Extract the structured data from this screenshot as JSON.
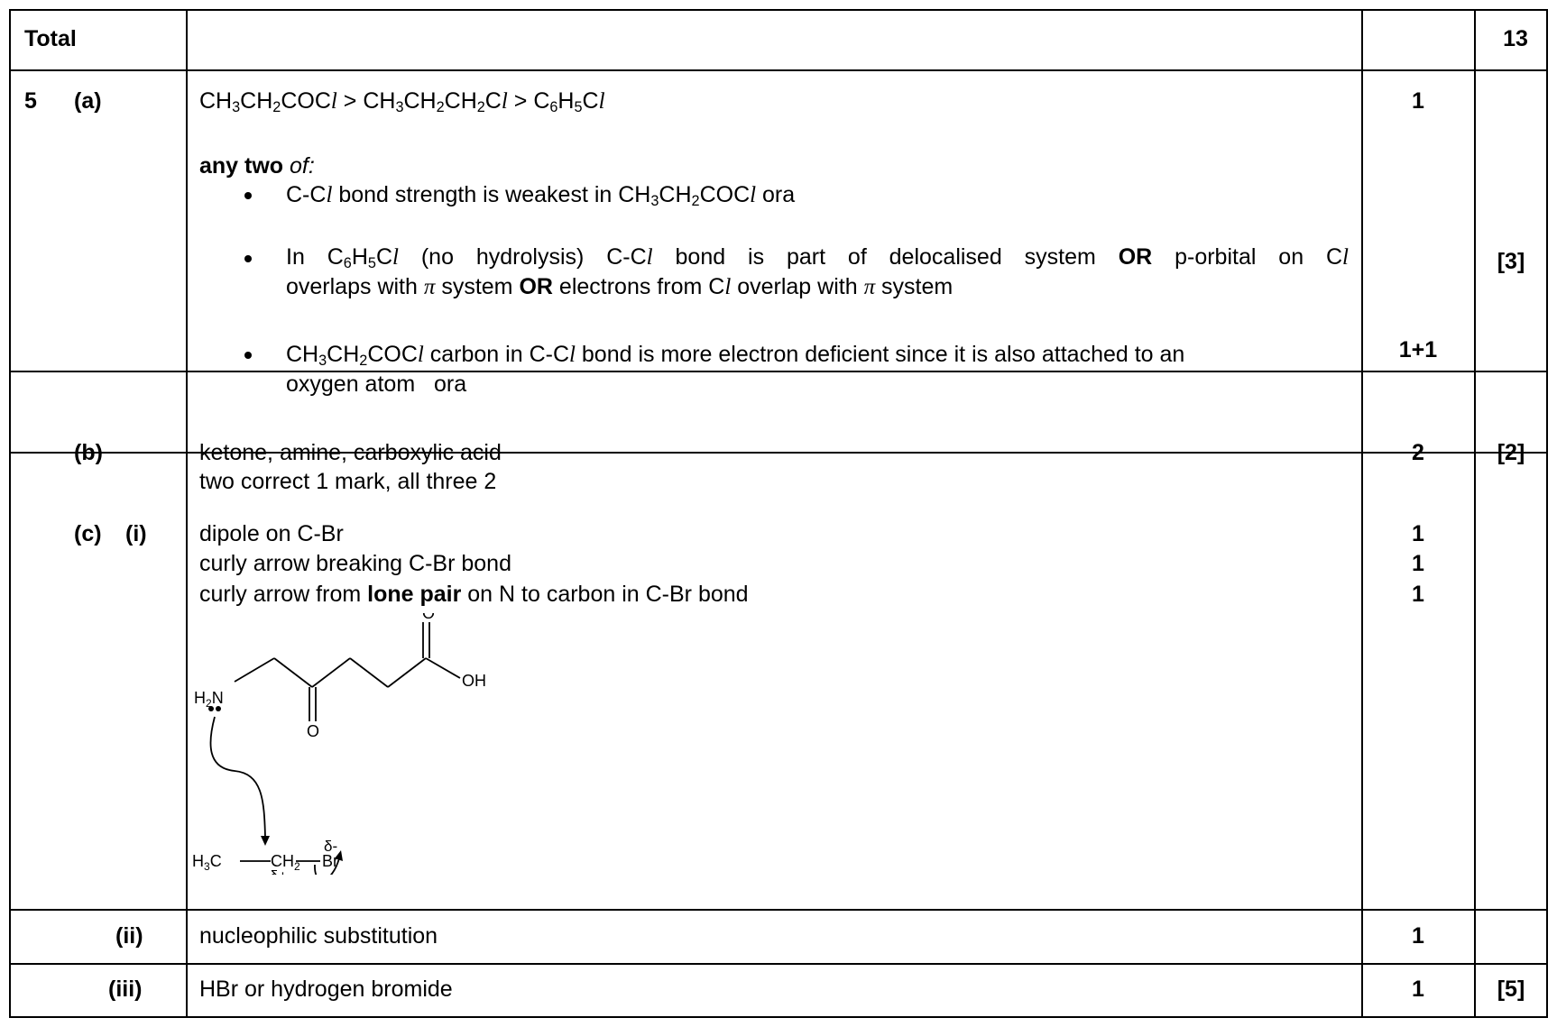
{
  "table": {
    "total_row": {
      "label": "Total",
      "mark_total": "13"
    },
    "q5a": {
      "question": "5",
      "part": "(a)",
      "answer_line": {
        "a1": "CH",
        "a1s": "3",
        "a2": "CH",
        "a2s": "2",
        "a3": "COC",
        "a3l": "l",
        "gt1": " > ",
        "b1": "CH",
        "b1s": "3",
        "b2": "CH",
        "b2s": "2",
        "b3": "CH",
        "b3s": "2",
        "b4": "C",
        "b4l": "l",
        "gt2": " > ",
        "c1": "C",
        "c1s": "6",
        "c2": "H",
        "c2s": "5",
        "c3": "C",
        "c3l": "l"
      },
      "answer_mark": "1",
      "any_two_bold": "any two",
      "any_two_of": " of:",
      "bullet1": {
        "t1": "C-C",
        "l1": "l",
        "t2": " bond strength is weakest in CH",
        "s1": "3",
        "t3": "CH",
        "s2": "2",
        "t4": "COC",
        "l2": "l",
        "t5": " ora"
      },
      "bullet2": {
        "line1": {
          "t1": "In C",
          "s1": "6",
          "t2": "H",
          "s2": "5",
          "t3": "C",
          "l1": "l",
          "t4": " (no hydrolysis) C-C",
          "l2": "l",
          "t5": " bond is part of delocalised system ",
          "or": "OR",
          "t6": " p-orbital on C",
          "l3": "l"
        },
        "line2": {
          "t1": "overlaps with ",
          "pi1": "π",
          "t2": " system ",
          "or": "OR",
          "t3": " electrons from C",
          "l1": "l",
          "t4": " overlap with ",
          "pi2": "π",
          "t5": " system"
        }
      },
      "bullet3": {
        "line1": {
          "t1": "CH",
          "s1": "3",
          "t2": "CH",
          "s2": "2",
          "t3": "COC",
          "l1": "l",
          "t4": " carbon in C-C",
          "l2": "l",
          "t5": " bond is more electron deficient since it is also attached to an"
        },
        "line2": "oxygen atom   ora"
      },
      "bullet_marks": "1+1",
      "part_total": "[3]"
    },
    "q5b": {
      "part": "(b)",
      "line1": "ketone, amine, carboxylic acid",
      "line2": "two correct 1 mark, all three 2",
      "mark": "2",
      "part_total": "[2]"
    },
    "q5c_i": {
      "part": "(c)",
      "sub": "(i)",
      "line1": "dipole on C-Br",
      "line2": "curly arrow breaking C-Br bond",
      "line3_pre": "curly arrow from ",
      "line3_bold": "lone pair",
      "line3_post": " on N to carbon in C-Br bond",
      "marks": [
        "1",
        "1",
        "1"
      ],
      "diagram": {
        "o_top": "O",
        "oh": "OH",
        "h2n_h": "H",
        "h2n_2": "2",
        "h2n_n": "N",
        "o_bottom": "O",
        "h3c_h": "H",
        "h3c_3": "3",
        "h3c_c": "C",
        "ch2_c": "CH",
        "ch2_2": "2",
        "br": "Br",
        "delta_minus": "δ-",
        "delta_plus": "δ+"
      }
    },
    "q5c_ii": {
      "sub": "(ii)",
      "answer": "nucleophilic substitution",
      "mark": "1"
    },
    "q5c_iii": {
      "sub": "(iii)",
      "answer": "HBr or hydrogen bromide",
      "mark": "1",
      "part_total": "[5]"
    }
  }
}
